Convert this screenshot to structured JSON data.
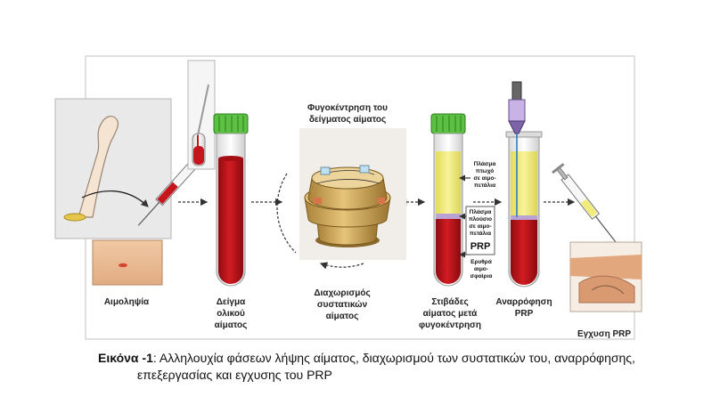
{
  "steps": {
    "blood_draw": "Αιμοληψία",
    "whole_blood": [
      "Δείγμα",
      "ολικού",
      "αίματος"
    ],
    "centrifuge_title": [
      "Φυγοκέντρηση του",
      "δείγματος αίματος"
    ],
    "separation": [
      "Διαχωρισμός",
      "συστατικών",
      "αίματος"
    ],
    "layers": [
      "Στιβάδες",
      "αίματος μετά",
      "φυγοκέντρηση"
    ],
    "aspiration": [
      "Αναρρόφηση",
      "PRP"
    ],
    "injection": "Εγχυση PRP"
  },
  "tube_labels": {
    "ppp": [
      "Πλάσμα",
      "πτωχό",
      "σε αιμο-",
      "πετάλια"
    ],
    "prp": [
      "Πλάσμα",
      "πλούσιο",
      "σε αιμο-",
      "πετάλια"
    ],
    "prp_abbr": "PRP",
    "rbc": [
      "Ερυθρά",
      "αιμο-",
      "σφαίρια"
    ]
  },
  "caption": {
    "bold": "Εικόνα -1",
    "line1": ": Αλληλουχία φάσεων λήψης αίματος, διαχωρισμού των συστατικών του, αναρρόφησης,",
    "line2": "επεξεργασίας  και εγχυσης  του PRP"
  },
  "colors": {
    "blood": "#c4161c",
    "plasma": "#f2ec7a",
    "cap": "#5cc042",
    "platelet_layer": "#b9a3d6",
    "frame": "#d6d6d6"
  }
}
